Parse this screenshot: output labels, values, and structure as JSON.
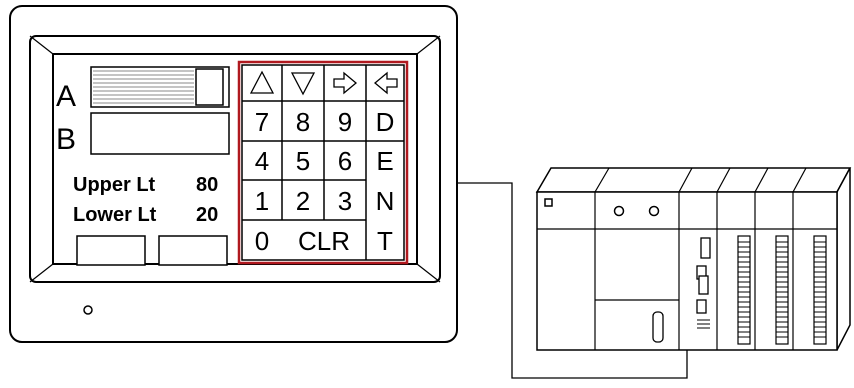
{
  "hmi": {
    "labels": {
      "a": "A",
      "b": "B"
    },
    "upper_limit": {
      "label": "Upper Lt",
      "value": "80"
    },
    "lower_limit": {
      "label": "Lower Lt",
      "value": "20"
    },
    "keypad": {
      "arrow_keys": [
        "up-arrow-icon",
        "down-arrow-icon",
        "right-arrow-icon",
        "left-arrow-icon"
      ],
      "row1": [
        "7",
        "8",
        "9"
      ],
      "row2": [
        "4",
        "5",
        "6"
      ],
      "row3": [
        "1",
        "2",
        "3"
      ],
      "zero": "0",
      "clear": "CLR",
      "delete": "D",
      "enter_letters": [
        "E",
        "N",
        "T"
      ]
    },
    "colors": {
      "keypad_border": "#b0191f",
      "bezel": "#ffffff",
      "outline": "#000000"
    }
  },
  "plc": {
    "modules": 6
  }
}
